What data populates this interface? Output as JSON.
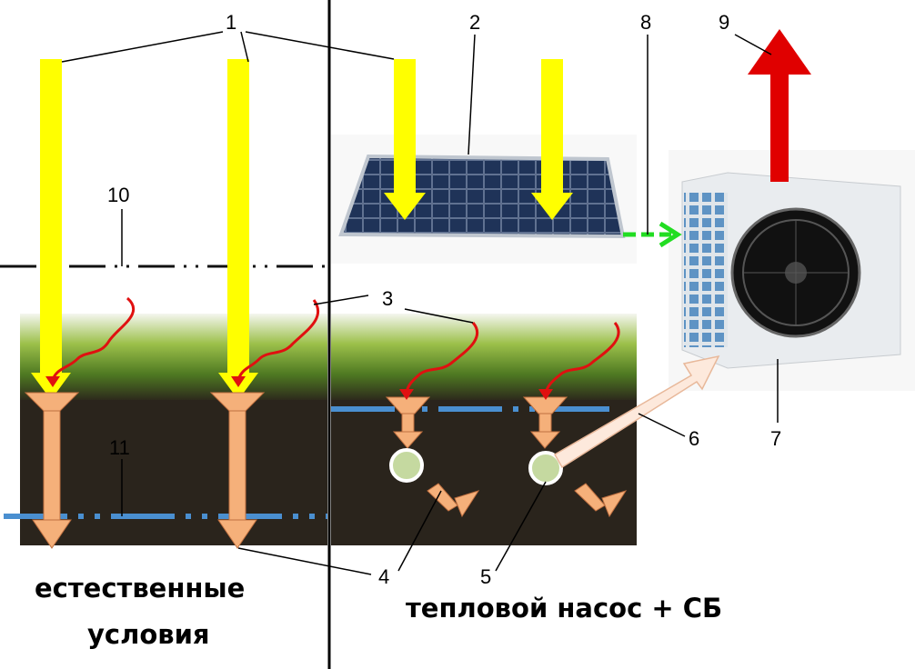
{
  "labels": {
    "l1": "1",
    "l2": "2",
    "l3": "3",
    "l4": "4",
    "l5": "5",
    "l6": "6",
    "l7": "7",
    "l8": "8",
    "l9": "9",
    "l10": "10",
    "l11": "11"
  },
  "captions": {
    "left_line1": "естественные",
    "left_line2": "условия",
    "right": "тепловой насос + СБ"
  },
  "colors": {
    "sun": "#ffff00",
    "heat": "#f5b07a",
    "water_level": "#4a8fd0",
    "wave": "#e01010",
    "output": "#e00000",
    "electric": "#22dd22"
  }
}
